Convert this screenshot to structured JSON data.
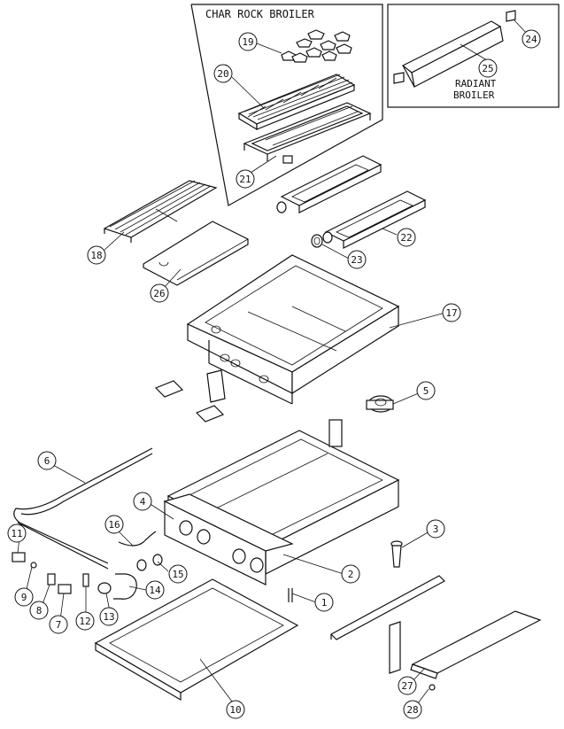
{
  "insets": {
    "char_rock_title": "CHAR ROCK BROILER",
    "radiant_title_line1": "RADIANT",
    "radiant_title_line2": "BROILER"
  },
  "callouts": [
    "1",
    "2",
    "3",
    "4",
    "5",
    "6",
    "7",
    "8",
    "9",
    "10",
    "11",
    "12",
    "13",
    "14",
    "15",
    "16",
    "17",
    "18",
    "19",
    "20",
    "21",
    "22",
    "23",
    "24",
    "25",
    "26",
    "27",
    "28"
  ]
}
